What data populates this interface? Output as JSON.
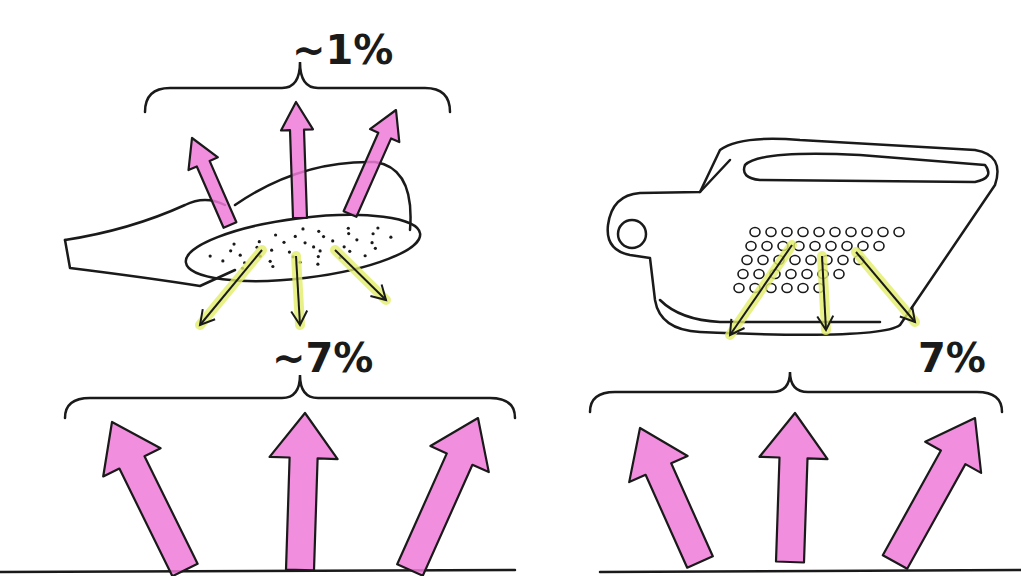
{
  "diagram": {
    "labels": [
      "~1%",
      "~7%",
      "7%"
    ]
  }
}
